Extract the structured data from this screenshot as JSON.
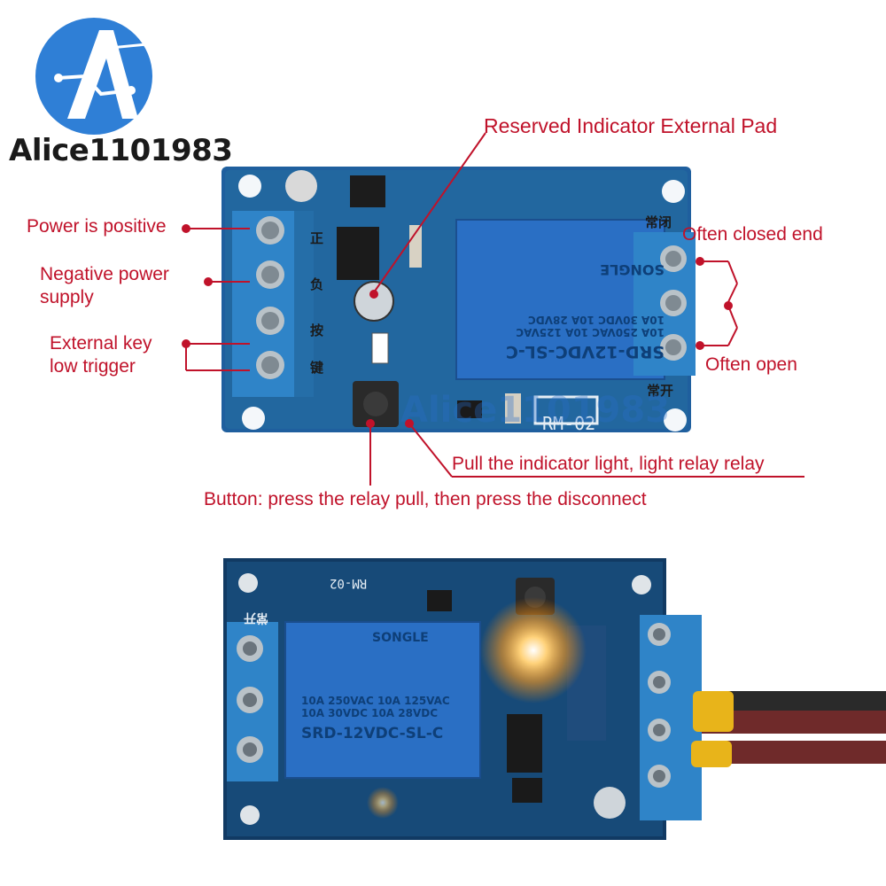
{
  "logo": {
    "text": "Alice1101983"
  },
  "watermark": {
    "text": "Alice1101983"
  },
  "callouts": {
    "reserved_indicator": "Reserved Indicator External Pad",
    "power_positive": "Power is positive",
    "negative_power_l1": "Negative power",
    "negative_power_l2": "supply",
    "external_key_l1": "External key",
    "external_key_l2": "low trigger",
    "often_closed": "Often closed end",
    "often_open": "Often open",
    "pull_indicator": "Pull the indicator light, light relay relay",
    "button": "Button: press the relay pull, then press the disconnect"
  },
  "board_top": {
    "model_label": "RM-02",
    "relay": {
      "model": "SRD-12VDC-SL-C",
      "line1": "10A 250VAC 10A 125VAC",
      "line2": "10A 30VDC 10A 28VDC",
      "brand": "SONGLE"
    },
    "left_terminal_chars": [
      "正",
      "负",
      "按",
      "键"
    ],
    "right_terminal_top": "常闭",
    "right_terminal_bottom": "常开"
  },
  "board_bottom": {
    "model_label": "RM-02",
    "relay": {
      "brand": "SONGLE",
      "line1": "10A 250VAC 10A 125VAC",
      "line2": "10A 30VDC 10A 28VDC",
      "model": "SRD-12VDC-SL-C"
    },
    "label_chars": [
      "常开"
    ]
  },
  "colors": {
    "callout_red": "#c0122a",
    "logo_blue": "#2f7fd6",
    "pcb_blue": "#1f5f9e",
    "relay_blue": "#2a6fc4",
    "terminal_blue": "#2f84c8",
    "led_amber": "#ffb020"
  }
}
